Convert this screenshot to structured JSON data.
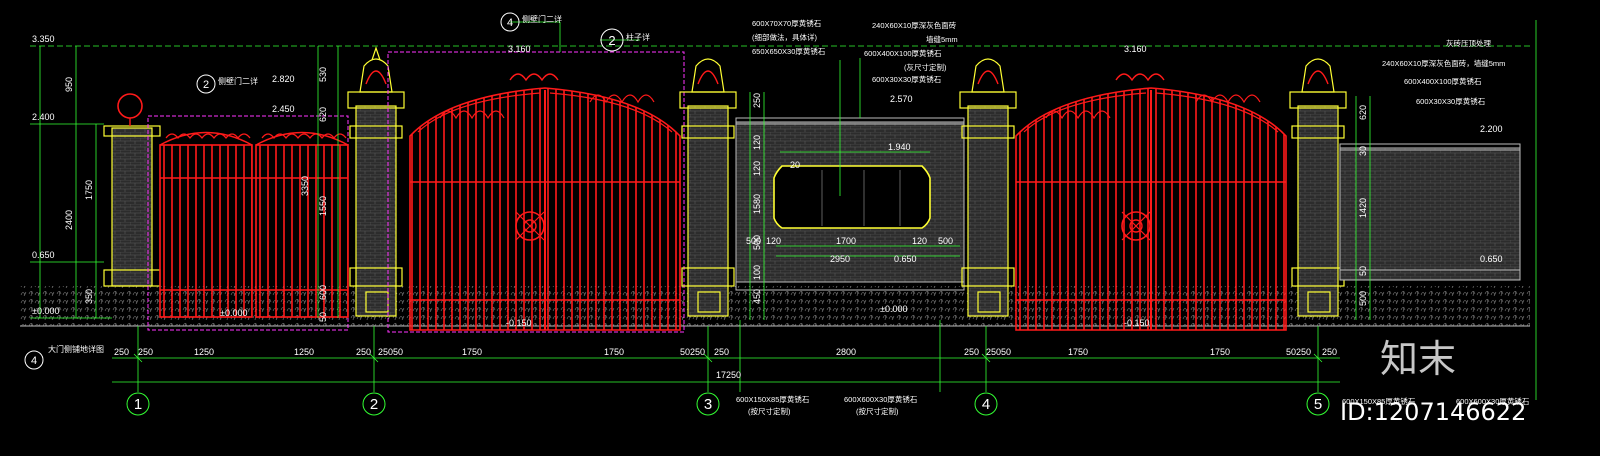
{
  "colors": {
    "background": "#000000",
    "gate": "#ff1a1a",
    "pillar": "#ffff33",
    "dimension": "#33ff33",
    "magenta": "#ff33ff",
    "wall": "#3a3a3a",
    "text": "#ffffff"
  },
  "elevation_marks": {
    "top_left": "3.350",
    "left_mid": "2.400",
    "left_low": "0.650",
    "base_left": "±0.000",
    "base_ped": "±0.000",
    "ped_gate_top": "2.820",
    "ped_gate_mid": "2.450",
    "gate1_arch": "3.160",
    "gate2_arch": "3.160",
    "wall_top": "2.570",
    "wall_mid": "0.650",
    "base_mid": "±0.000",
    "gate1_bottom": "-0.150",
    "gate2_bottom": "-0.150",
    "right_wall_top": "2.200",
    "right_low": "0.650",
    "wall_panel_top": "1.940"
  },
  "section_tags": {
    "ped_gate": {
      "num": "2",
      "label": "侧壁门二详"
    },
    "main_gate": {
      "num": "4",
      "label": "侧壁门二详"
    },
    "pillar": {
      "num": "2",
      "label": "柱子详"
    },
    "base": {
      "num": "4",
      "label": "大门侧铺地详图"
    }
  },
  "left_vertical_dims": [
    "950",
    "1750",
    "2400",
    "350"
  ],
  "pillar_vertical_dims": [
    "530",
    "620",
    "3350",
    "1550",
    "600",
    "50"
  ],
  "center_vertical_dims": [
    "250",
    "120",
    "120",
    "1580",
    "500",
    "100",
    "450"
  ],
  "right_vertical_dims": [
    "620",
    "30",
    "1420",
    "50",
    "500"
  ],
  "panel_dims": [
    "1700",
    "120",
    "120",
    "500",
    "500",
    "2950",
    "20"
  ],
  "material_notes": {
    "n1": "600X70X70厚黄锈石",
    "n2": "(细部做法，具体详)",
    "n3": "650X650X30厚黄锈石",
    "n4": "240X60X10厚深灰色面砖",
    "n5": "墙缝5mm",
    "n6": "600X400X100厚黄锈石",
    "n7": "(灰尺寸定制)",
    "n8": "600X30X30厚黄锈石",
    "n9": "灰砖压顶处理",
    "n10": "240X60X10厚深灰色面砖，墙缝5mm",
    "n11": "600X400X100厚黄锈石",
    "n12": "600X30X30厚黄锈石",
    "b1": "600X150X85厚黄锈石",
    "b2": "(按尺寸定制)",
    "b3": "600X600X30厚黄锈石",
    "b4": "(按尺寸定制)",
    "r1": "600X150X85厚黄锈石",
    "r2": "600X600X30厚黄锈石"
  },
  "bottom_dims": [
    "250",
    "250",
    "1250",
    "1250",
    "250",
    "25050",
    "1750",
    "1750",
    "50250",
    "250",
    "2800",
    "250",
    "25050",
    "1750",
    "1750",
    "50250",
    "250"
  ],
  "total_dim": "17250",
  "axes": [
    "1",
    "2",
    "3",
    "4",
    "5"
  ],
  "watermark": {
    "logo": "知末",
    "id": "ID:1207146622"
  }
}
